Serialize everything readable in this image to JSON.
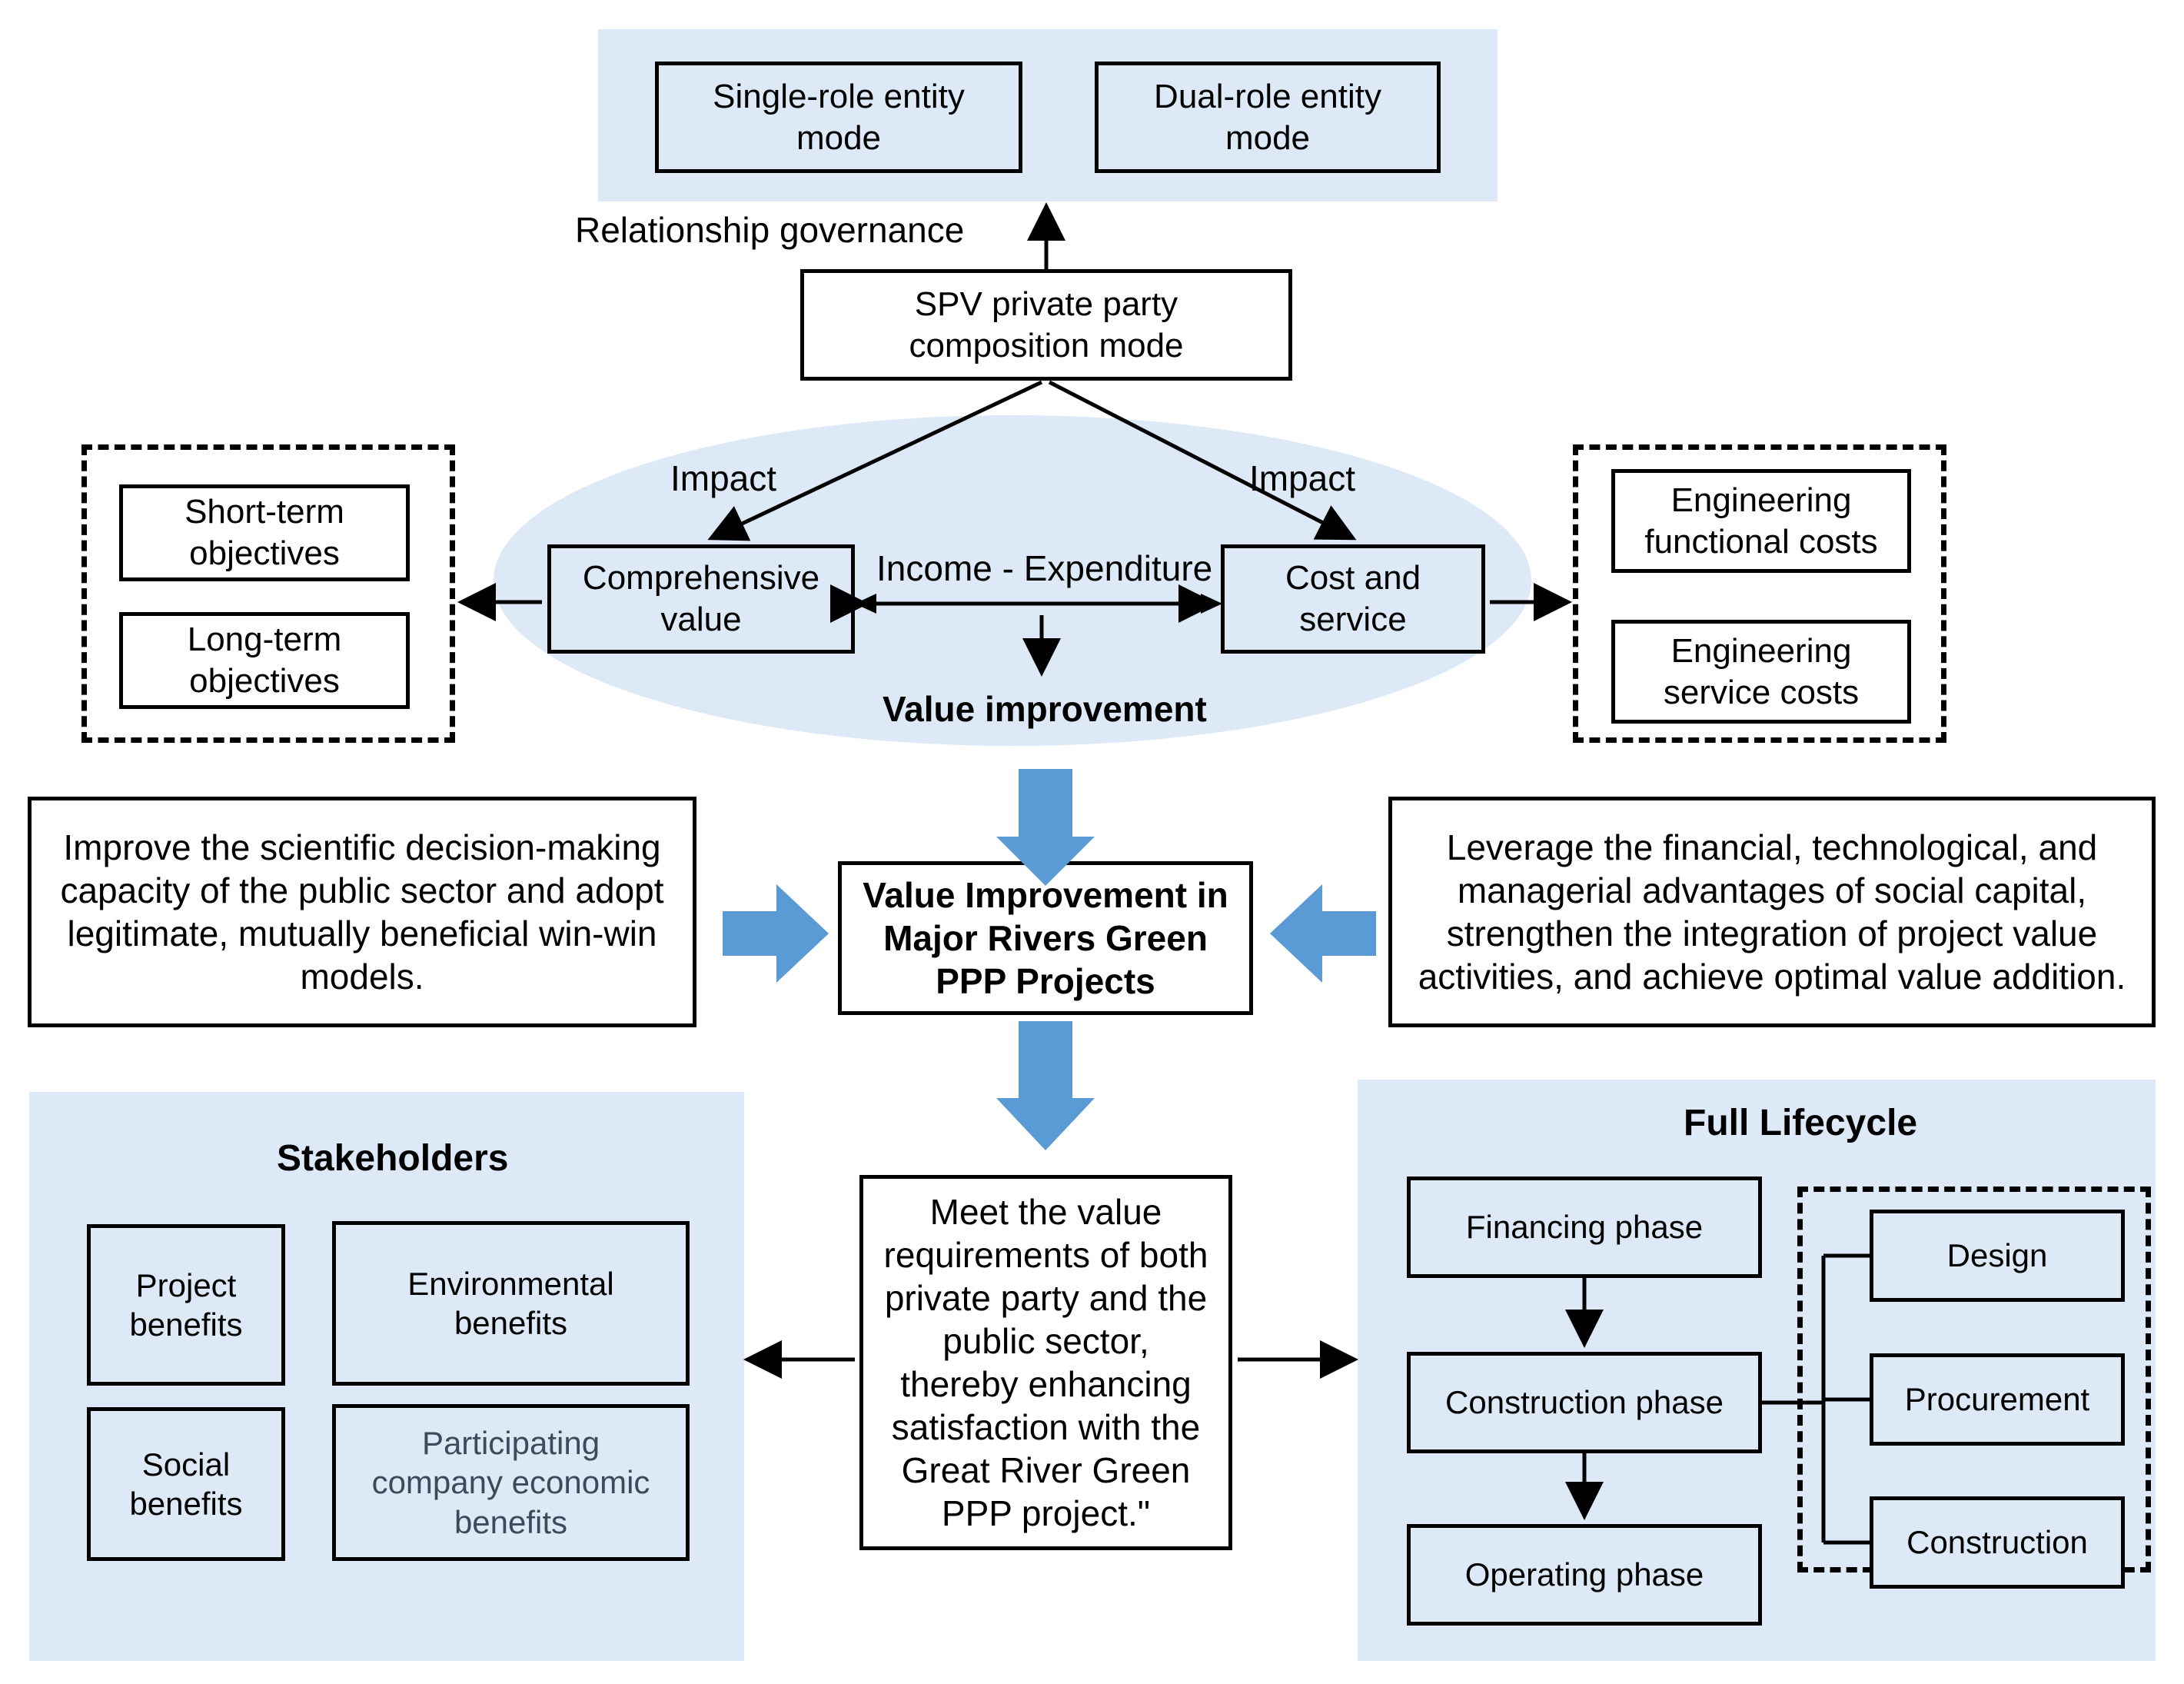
{
  "diagram": {
    "title": "Value Improvement in Major Rivers Green PPP Projects framework",
    "accent_blue": "#5b9bd5",
    "panel_blue": "#dde9f6",
    "line_color": "#000000",
    "muted_text_color": "#3c4a5a"
  },
  "top_panel": {
    "boxes": [
      {
        "label": "Single-role entity\nmode"
      },
      {
        "label": "Dual-role entity\nmode"
      }
    ]
  },
  "governance": {
    "label": "Relationship governance",
    "spv_box": "SPV private party\ncomposition mode"
  },
  "ellipse": {
    "impact_left": "Impact",
    "impact_right": "Impact",
    "left_box": "Comprehensive\nvalue",
    "right_box": "Cost and\nservice",
    "center_label": "Income - Expenditure",
    "bottom_label": "Value improvement"
  },
  "left_objectives": {
    "boxes": [
      {
        "label": "Short-term\nobjectives"
      },
      {
        "label": "Long-term\nobjectives"
      }
    ]
  },
  "right_costs": {
    "boxes": [
      {
        "label": "Engineering\nfunctional costs"
      },
      {
        "label": "Engineering\nservice costs"
      }
    ]
  },
  "mid_row": {
    "left_statement": "Improve the scientific decision-making capacity of the public sector and adopt legitimate, mutually beneficial win-win models.",
    "center_box": "Value Improvement in Major Rivers Green PPP Projects",
    "right_statement": "Leverage the financial, technological, and managerial advantages of social capital, strengthen the integration of project value activities, and achieve optimal value addition."
  },
  "bottom_center": {
    "text": "Meet the value requirements of both private party and the public sector, thereby enhancing satisfaction with the Great River Green PPP project.\""
  },
  "stakeholders": {
    "title": "Stakeholders",
    "boxes": [
      {
        "label": "Project\nbenefits"
      },
      {
        "label": "Environmental\nbenefits"
      },
      {
        "label": "Social\nbenefits"
      },
      {
        "label": "Participating\ncompany economic\nbenefits"
      }
    ]
  },
  "lifecycle": {
    "title": "Full Lifecycle",
    "phases": [
      {
        "label": "Financing phase"
      },
      {
        "label": "Construction phase"
      },
      {
        "label": "Operating phase"
      }
    ],
    "sub_activities": [
      {
        "label": "Design"
      },
      {
        "label": "Procurement"
      },
      {
        "label": "Construction"
      }
    ]
  }
}
